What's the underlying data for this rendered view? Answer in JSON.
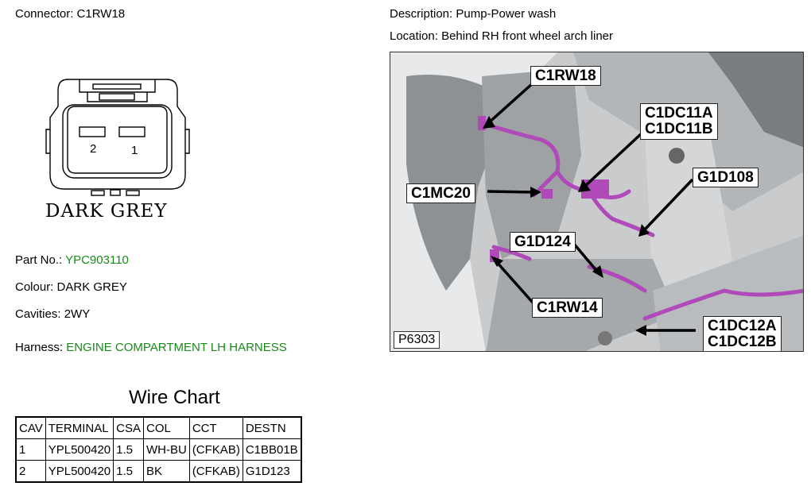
{
  "connector": {
    "label": "Connector:",
    "value": "C1RW18"
  },
  "description": {
    "label": "Description:",
    "value": "Pump-Power wash"
  },
  "location": {
    "label": "Location:",
    "value": "Behind RH front wheel arch liner"
  },
  "diagram": {
    "pin_1": "1",
    "pin_2": "2",
    "color_label": "DARK GREY"
  },
  "part_no": {
    "label": "Part No.:",
    "value": "YPC903110"
  },
  "colour": {
    "label": "Colour:",
    "value": "DARK GREY"
  },
  "cavities": {
    "label": "Cavities:",
    "value": "2WY"
  },
  "harness": {
    "label": "Harness:",
    "value": "ENGINE COMPARTMENT LH HARNESS"
  },
  "wire_chart": {
    "title": "Wire Chart",
    "headers": [
      "CAV",
      "TERMINAL",
      "CSA",
      "COL",
      "CCT",
      "DESTN"
    ],
    "rows": [
      [
        "1",
        "YPL500420",
        "1.5",
        "WH-BU",
        "(CFKAB)",
        "C1BB01B"
      ],
      [
        "2",
        "YPL500420",
        "1.5",
        "BK",
        "(CFKAB)",
        "G1D123"
      ]
    ]
  },
  "photo": {
    "id": "P6303",
    "callouts": {
      "c1rw18": "C1RW18",
      "c1dc11a": "C1DC11A",
      "c1dc11b": "C1DC11B",
      "g1d108": "G1D108",
      "c1mc20": "C1MC20",
      "g1d124": "G1D124",
      "c1rw14": "C1RW14",
      "c1dc12a": "C1DC12A",
      "c1dc12b": "C1DC12B"
    },
    "harness_color": "#b04ab8"
  }
}
